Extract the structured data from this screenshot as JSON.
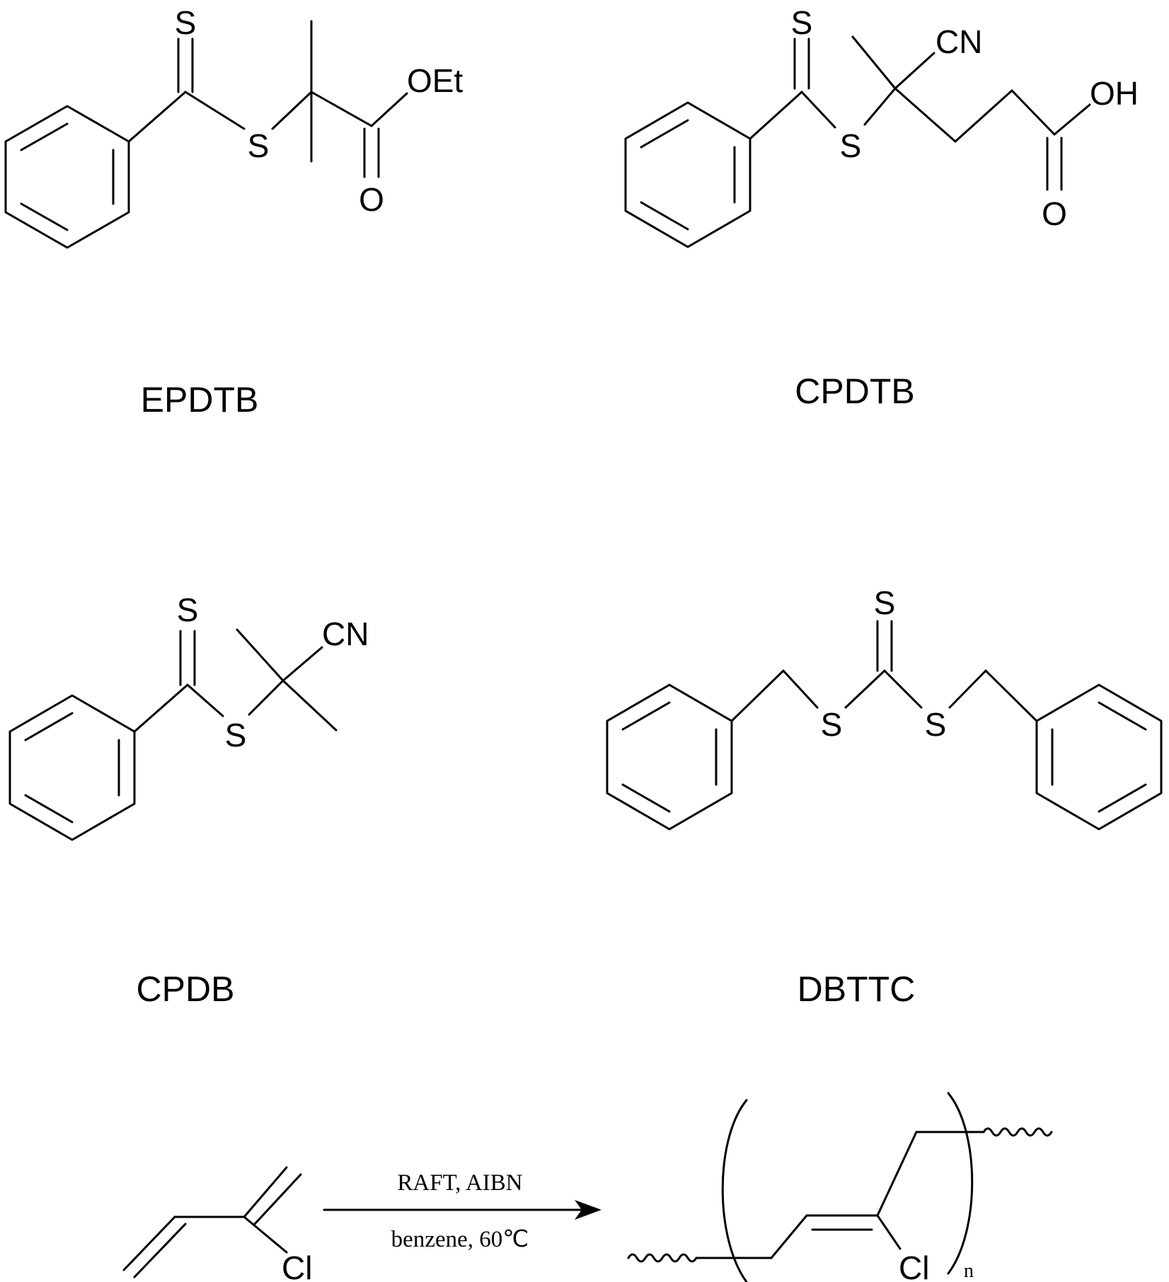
{
  "compounds": [
    {
      "name": "EPDTB",
      "atoms": {
        "thione_s": "S",
        "thio_s": "S",
        "ester_o": "OEt",
        "carbonyl_o": "O"
      }
    },
    {
      "name": "CPDTB",
      "atoms": {
        "thione_s": "S",
        "thio_s": "S",
        "nitrile": "CN",
        "acid_oh": "OH",
        "carbonyl_o": "O"
      }
    },
    {
      "name": "CPDB",
      "atoms": {
        "thione_s": "S",
        "thio_s": "S",
        "nitrile": "CN"
      }
    },
    {
      "name": "DBTTC",
      "atoms": {
        "thione_s": "S",
        "left_s": "S",
        "right_s": "S"
      }
    }
  ],
  "reaction": {
    "reactant_cl": "Cl",
    "conditions_top": "RAFT, AIBN",
    "conditions_bottom": "benzene, 60℃",
    "product_cl": "Cl",
    "repeat_subscript": "n"
  }
}
